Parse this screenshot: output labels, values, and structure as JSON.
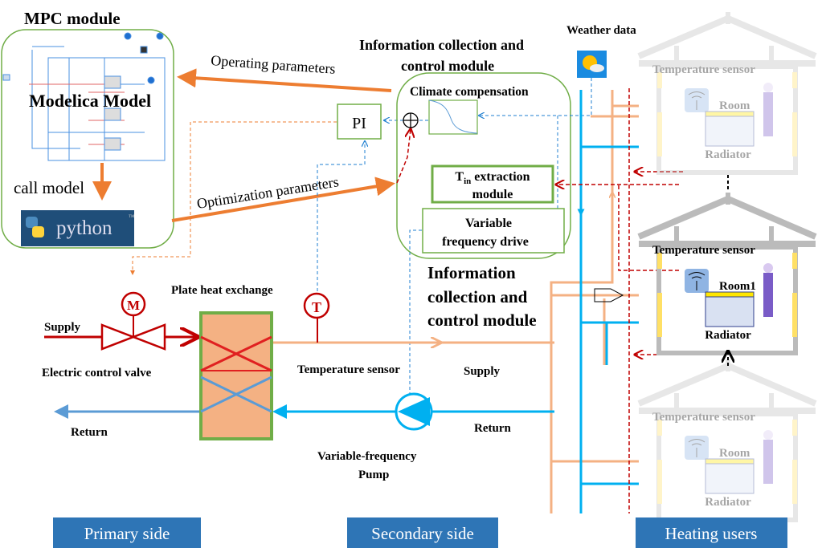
{
  "mpc": {
    "title": "MPC module",
    "model_label": "Modelica Model",
    "call_label": "call model",
    "python_label": "python",
    "python_tm": "TM"
  },
  "arrows": {
    "operating": "Operating parameters",
    "optimization": "Optimization parameters"
  },
  "pi_label": "PI",
  "info_module": {
    "title_line1": "Information collection and",
    "title_line2": "control module",
    "climate": "Climate compensation",
    "tin_main": "T",
    "tin_sub": "in",
    "tin_rest": " extraction",
    "tin_line2": "module",
    "vfd_line1": "Variable",
    "vfd_line2": "frequency drive"
  },
  "weather": {
    "label": "Weather data",
    "icon": "sun-cloud-icon"
  },
  "big_label": [
    "Information",
    "collection and",
    "control module"
  ],
  "primary": {
    "supply": "Supply",
    "valve": "Electric control valve",
    "valve_motor": "M",
    "return": "Return",
    "hx": "Plate heat exchange"
  },
  "secondary": {
    "sensor_symbol": "T",
    "sensor": "Temperature sensor",
    "supply": "Supply",
    "return": "Return",
    "pump_line1": "Variable-frequency",
    "pump_line2": "Pump"
  },
  "houses": [
    {
      "sensor": "Temperature sensor",
      "room": "Room",
      "radiator": "Radiator",
      "faded": true
    },
    {
      "sensor": "Temperature sensor",
      "room": "Room1",
      "radiator": "Radiator",
      "faded": false
    },
    {
      "sensor": "Temperature sensor",
      "room": "Room",
      "radiator": "Radiator",
      "faded": true
    }
  ],
  "sections": [
    "Primary side",
    "Secondary side",
    "Heating users"
  ],
  "colors": {
    "green": "#70ad47",
    "orange": "#ed7d31",
    "supply": "#f4b183",
    "blue": "#00b0f0",
    "red": "#c00000",
    "section": "#2e75b6",
    "python": "#1f4e79"
  }
}
